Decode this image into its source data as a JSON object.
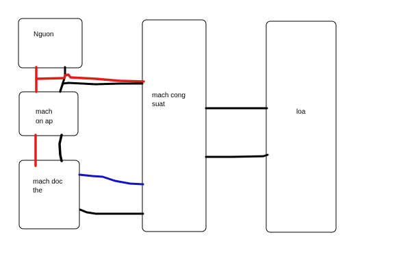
{
  "blocks": {
    "nguon": {
      "lines": [
        "Nguon"
      ]
    },
    "mach_on_ap": {
      "lines": [
        "mach",
        "on ap"
      ]
    },
    "mach_doc_the": {
      "lines": [
        "mach doc",
        "the"
      ]
    },
    "mach_cong_suat": {
      "lines": [
        "mach cong",
        "suat"
      ]
    },
    "loa": {
      "lines": [
        "loa"
      ]
    }
  },
  "colors": {
    "wire_red": "#e21b1b",
    "wire_black": "#000000",
    "wire_blue": "#1212c8",
    "box_stroke": "#000000",
    "background": "#ffffff"
  }
}
